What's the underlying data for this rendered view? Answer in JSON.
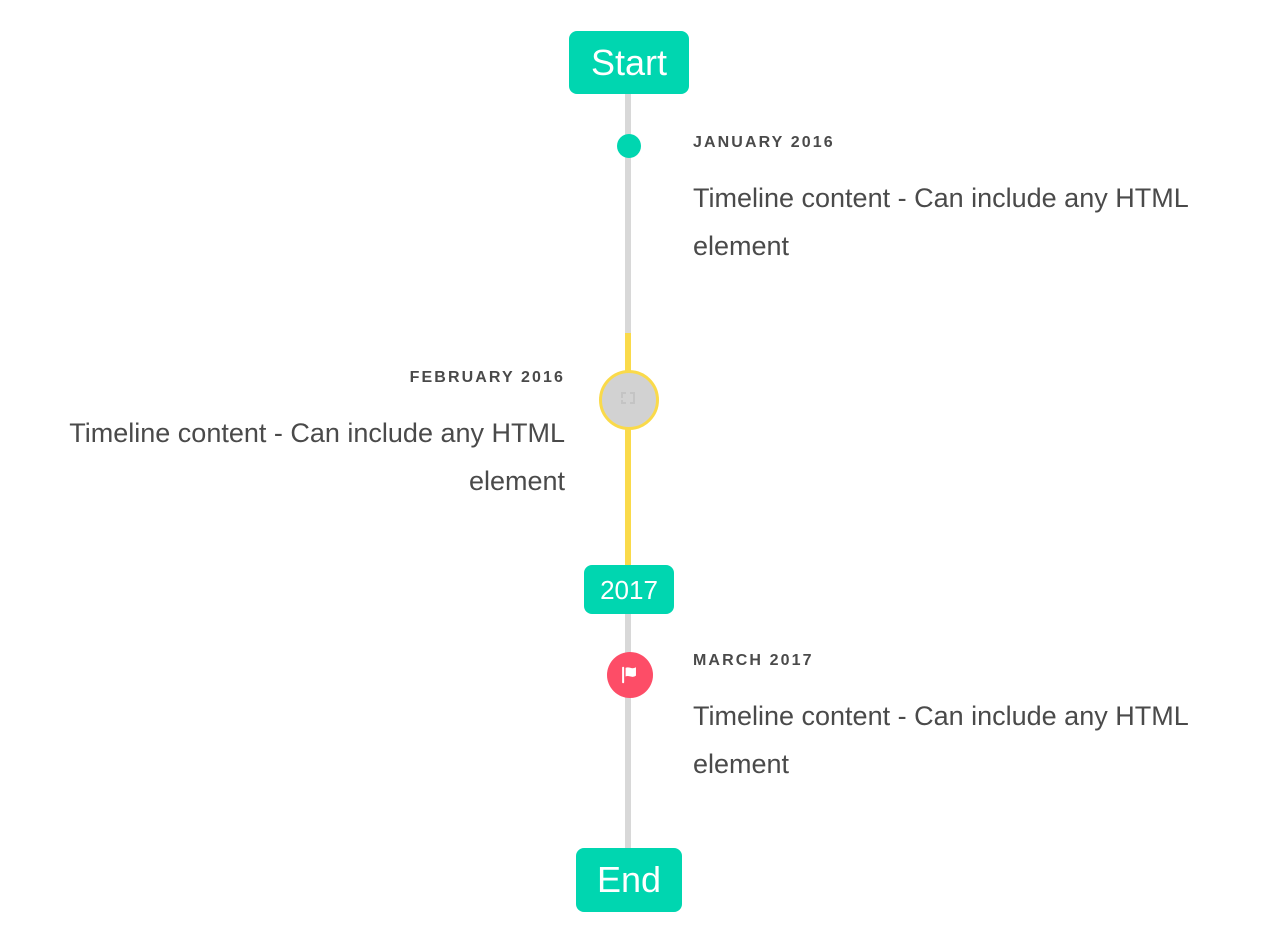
{
  "colors": {
    "accent_teal": "#00d6b0",
    "accent_yellow": "#fada4a",
    "accent_pink": "#fd4d67",
    "line_grey": "#d8d8d8",
    "marker_grey": "#d2d2d2",
    "text": "#4a4a4a",
    "background": "#ffffff"
  },
  "timeline": {
    "start_badge": {
      "label": "Start"
    },
    "middle_badge": {
      "label": "2017"
    },
    "end_badge": {
      "label": "End"
    },
    "entries": [
      {
        "date": "JANUARY 2016",
        "body": "Timeline content - Can include any HTML element",
        "side": "right",
        "marker": "dot-icon"
      },
      {
        "date": "FEBRUARY 2016",
        "body": "Timeline content - Can include any HTML element",
        "side": "left",
        "marker": "broken-image-icon"
      },
      {
        "date": "MARCH 2017",
        "body": "Timeline content - Can include any HTML element",
        "side": "right",
        "marker": "flag-icon"
      }
    ]
  }
}
